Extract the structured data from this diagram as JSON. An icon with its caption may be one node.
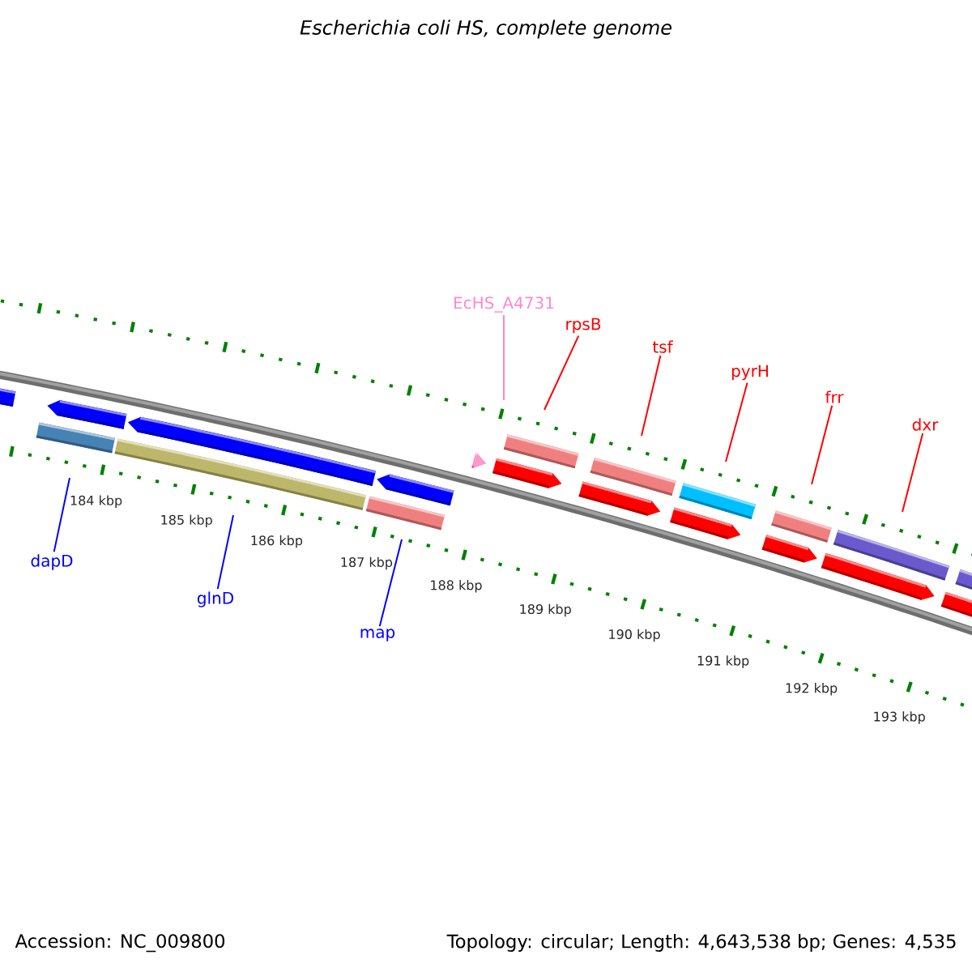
{
  "diagram": {
    "title": "Escherichia coli HS, complete genome",
    "nodes": [
      {
        "text": [
          "dapD"
        ]
      },
      {
        "text": [
          "glnD"
        ]
      },
      {
        "text": [
          "map"
        ]
      },
      {
        "text": [
          "EcHS_A4731"
        ]
      },
      {
        "text": [
          "rpsB"
        ]
      },
      {
        "text": [
          "tsf"
        ]
      },
      {
        "text": [
          "pyrH"
        ]
      },
      {
        "text": [
          "frr"
        ]
      },
      {
        "text": [
          "dxr"
        ]
      }
    ],
    "edges": [
      {
        "from": 0,
        "to": null,
        "arrow": "none",
        "color": "#0000ff"
      },
      {
        "from": 1,
        "to": null,
        "arrow": "none",
        "color": "#0000ff"
      },
      {
        "from": 2,
        "to": null,
        "arrow": "none",
        "color": "#0000ff"
      },
      {
        "from": 3,
        "to": null,
        "arrow": "none",
        "color": "#ff88cc"
      },
      {
        "from": 4,
        "to": null,
        "arrow": "none"
      },
      {
        "from": 5,
        "to": null,
        "arrow": "none"
      },
      {
        "from": 6,
        "to": null,
        "arrow": "none"
      },
      {
        "from": 7,
        "to": null,
        "arrow": "none"
      },
      {
        "from": 8,
        "to": null,
        "arrow": "none"
      }
    ],
    "labels": [
      "184 kbp",
      "185 kbp",
      "186 kbp",
      "187 kbp",
      "188 kbp",
      "189 kbp",
      "190 kbp",
      "191 kbp",
      "192 kbp",
      "193 kbp",
      "Accession: NC_009800",
      "Topology: circular; Length: 4,643,538 bp; Genes: 4,535"
    ]
  }
}
